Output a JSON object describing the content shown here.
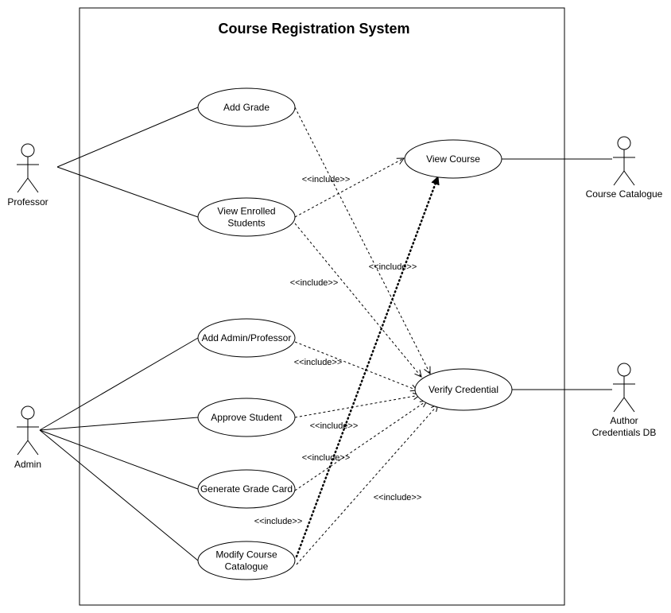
{
  "title": "Course Registration System",
  "actors": [
    {
      "id": "professor",
      "lines": [
        "Professor"
      ]
    },
    {
      "id": "admin",
      "lines": [
        "Admin"
      ]
    },
    {
      "id": "course-catalogue",
      "lines": [
        "Course Catalogue"
      ]
    },
    {
      "id": "author-credentials-db",
      "lines": [
        "Author",
        "Credentials DB"
      ]
    }
  ],
  "use_cases": [
    {
      "id": "add-grade",
      "lines": [
        "Add Grade"
      ]
    },
    {
      "id": "view-enrolled-students",
      "lines": [
        "View Enrolled",
        "Students"
      ]
    },
    {
      "id": "add-admin-professor",
      "lines": [
        "Add Admin/Professor"
      ]
    },
    {
      "id": "approve-student",
      "lines": [
        "Approve Student"
      ]
    },
    {
      "id": "generate-grade-card",
      "lines": [
        "Generate Grade Card"
      ]
    },
    {
      "id": "modify-course-catalogue",
      "lines": [
        "Modify Course",
        "Catalogue"
      ]
    },
    {
      "id": "view-course",
      "lines": [
        "View Course"
      ]
    },
    {
      "id": "verify-credential",
      "lines": [
        "Verify Credential"
      ]
    }
  ],
  "associations": [
    {
      "actor": "professor",
      "use_case": "add-grade"
    },
    {
      "actor": "professor",
      "use_case": "view-enrolled-students"
    },
    {
      "actor": "admin",
      "use_case": "add-admin-professor"
    },
    {
      "actor": "admin",
      "use_case": "approve-student"
    },
    {
      "actor": "admin",
      "use_case": "generate-grade-card"
    },
    {
      "actor": "admin",
      "use_case": "modify-course-catalogue"
    },
    {
      "actor": "course-catalogue",
      "use_case": "view-course"
    },
    {
      "actor": "author-credentials-db",
      "use_case": "verify-credential"
    }
  ],
  "includes": [
    {
      "from": "add-grade",
      "to": "verify-credential",
      "style": "dashed"
    },
    {
      "from": "view-enrolled-students",
      "to": "view-course",
      "style": "dashed"
    },
    {
      "from": "view-enrolled-students",
      "to": "verify-credential",
      "style": "dashed"
    },
    {
      "from": "add-admin-professor",
      "to": "verify-credential",
      "style": "dashed"
    },
    {
      "from": "approve-student",
      "to": "verify-credential",
      "style": "dashed"
    },
    {
      "from": "generate-grade-card",
      "to": "verify-credential",
      "style": "dashed"
    },
    {
      "from": "modify-course-catalogue",
      "to": "view-course",
      "style": "dotted"
    },
    {
      "from": "modify-course-catalogue",
      "to": "verify-credential",
      "style": "dashed"
    }
  ],
  "include_labels": [
    "<<include>>",
    "<<include>>",
    "<<include>>",
    "<<include>>",
    "<<include>>",
    "<<include>>",
    "<<include>>",
    "<<include>>"
  ]
}
